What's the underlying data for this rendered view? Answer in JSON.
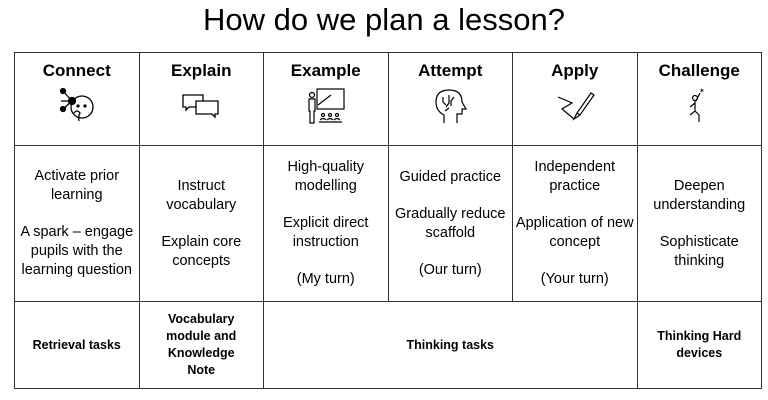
{
  "title": "How do we plan a lesson?",
  "columns": [
    {
      "heading": "Connect",
      "icon": "thinking-face-network-icon",
      "lines": [
        "Activate prior learning",
        "A spark – engage pupils with the learning question"
      ]
    },
    {
      "heading": "Explain",
      "icon": "speech-bubbles-icon",
      "lines": [
        "Instruct vocabulary",
        "Explain core concepts"
      ]
    },
    {
      "heading": "Example",
      "icon": "teacher-board-icon",
      "lines": [
        "High-quality modelling",
        "Explicit direct instruction",
        "(My turn)"
      ]
    },
    {
      "heading": "Attempt",
      "icon": "brain-head-icon",
      "lines": [
        "Guided practice",
        "Gradually reduce scaffold",
        "(Our turn)"
      ]
    },
    {
      "heading": "Apply",
      "icon": "pen-writing-icon",
      "lines": [
        "Independent practice",
        "Application of new concept",
        "(Your turn)"
      ]
    },
    {
      "heading": "Challenge",
      "icon": "reaching-star-icon",
      "lines": [
        "Deepen understanding",
        "Sophisticate thinking"
      ]
    }
  ],
  "tasks": [
    "Retrieval tasks",
    "Vocabulary module and Knowledge Note",
    "Thinking tasks",
    "Thinking Hard devices"
  ]
}
